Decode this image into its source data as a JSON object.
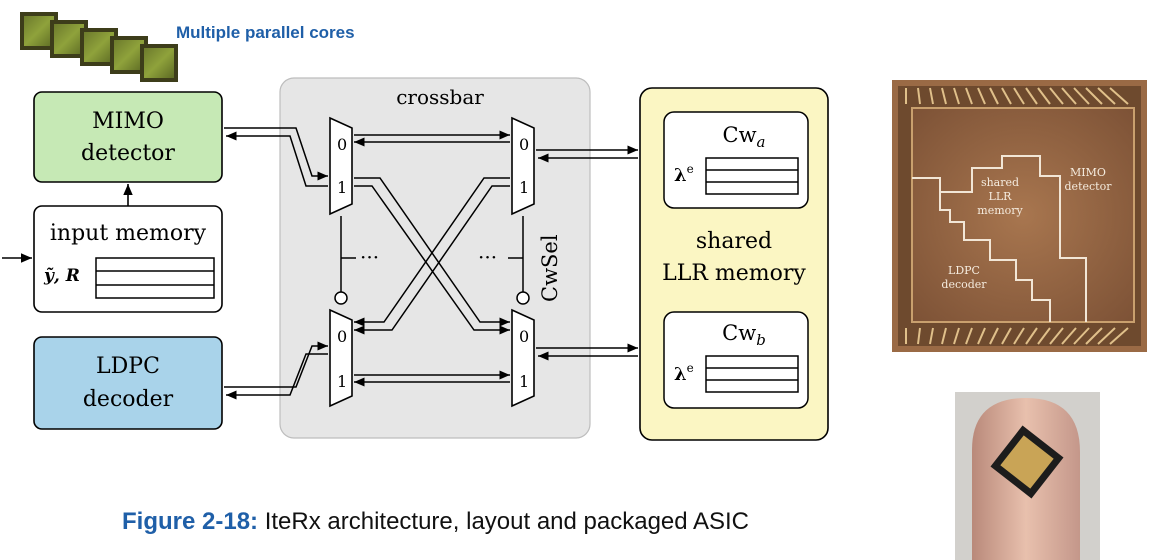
{
  "header_label": "Multiple parallel cores",
  "blocks": {
    "mimo_line1": "MIMO",
    "mimo_line2": "detector",
    "input_memory": "input memory",
    "input_symbols": "ỹ, R",
    "ldpc_line1": "LDPC",
    "ldpc_line2": "decoder",
    "crossbar": "crossbar",
    "cwsel": "CwSel",
    "shared_line1": "shared",
    "shared_line2": "LLR memory",
    "cw_a": "Cw",
    "cw_a_sub": "a",
    "cw_b": "Cw",
    "cw_b_sub": "b",
    "lambda": "λ",
    "lambda_sup": "e",
    "mux_0": "0",
    "mux_1": "1",
    "ellipsis": "···"
  },
  "die_labels": {
    "mimo_line1": "MIMO",
    "mimo_line2": "detector",
    "shared_line1": "shared",
    "shared_line2": "LLR",
    "shared_line3": "memory",
    "ldpc_line1": "LDPC",
    "ldpc_line2": "decoder"
  },
  "caption": {
    "label": "Figure 2-18:",
    "text": " IteRx architecture, layout and packaged ASIC"
  },
  "colors": {
    "mimo_fill": "#c6e9b5",
    "ldpc_fill": "#a9d3ea",
    "shared_fill": "#fbf6c3",
    "crossbar_fill": "#e6e6e6",
    "header_blue": "#1f5fa8",
    "die_copper": "#9a6a45"
  }
}
